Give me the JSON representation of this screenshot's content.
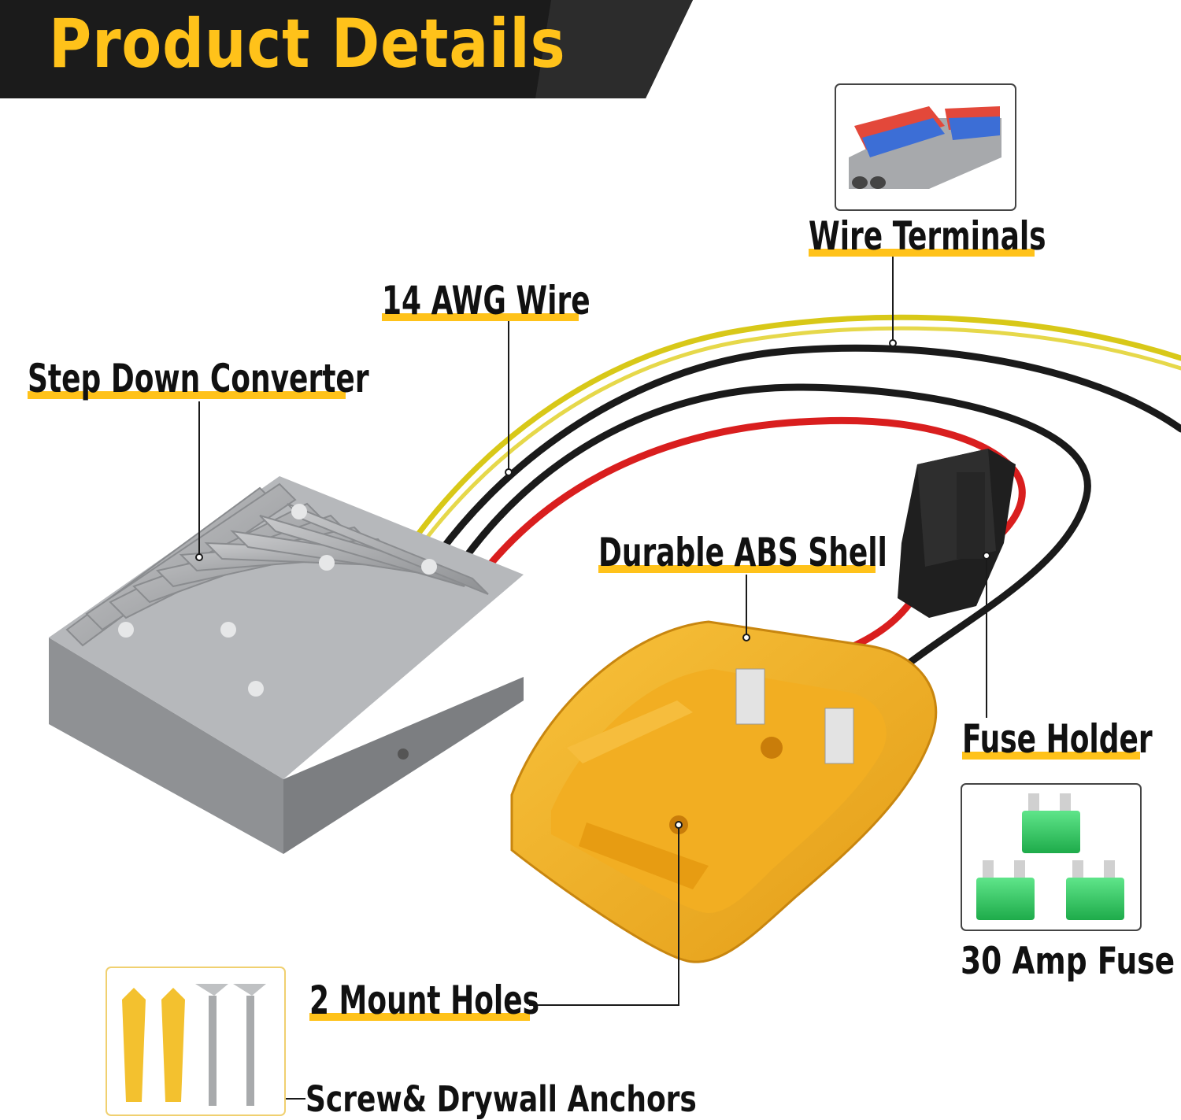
{
  "banner": {
    "title": "Product Details",
    "background": "#1b1b1b",
    "accent": "#ffc21a"
  },
  "callouts": {
    "step_down_converter": "Step Down Converter",
    "awg_wire": "14 AWG Wire",
    "wire_terminals": "Wire Terminals",
    "abs_shell": "Durable ABS Shell",
    "fuse_holder": "Fuse Holder",
    "amp_fuse": "30 Amp Fuse",
    "mount_holes": "2 Mount Holes",
    "screw_anchors": "Screw& Drywall Anchors"
  },
  "colors": {
    "highlight": "#ffc21a",
    "wire_yellow": "#d8c818",
    "wire_black": "#1a1a1a",
    "wire_red": "#d91e1e",
    "converter": "#a9abae",
    "adapter": "#f4b32c",
    "fuse_green": "#2fd163"
  }
}
